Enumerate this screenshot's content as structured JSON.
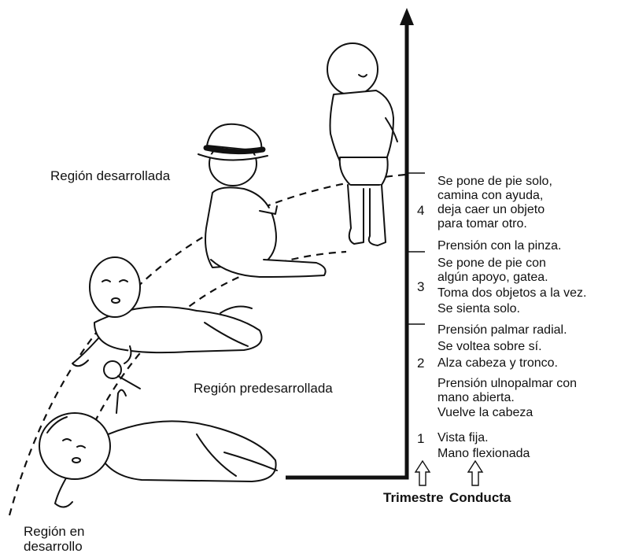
{
  "regions": {
    "developed": "Región desarrollada",
    "predeveloped": "Región predesarrollada",
    "developing_line1": "Región en",
    "developing_line2": "desarrollo"
  },
  "axis": {
    "trimester_label": "Trimestre",
    "behavior_label": "Conducta"
  },
  "trimesters": [
    {
      "number": "1",
      "behaviors": [
        "Vuelve la cabeza",
        "Vista fija.",
        "Mano flexionada"
      ]
    },
    {
      "number": "2",
      "behaviors": [
        "Prensión palmar radial.",
        "Se voltea sobre sí.",
        "Alza cabeza y tronco.",
        "Prensión ulnopalmar con",
        "mano abierta."
      ]
    },
    {
      "number": "3",
      "behaviors": [
        "Prensión con la pinza.",
        "Se pone de pie con",
        "algún apoyo, gatea.",
        "Toma dos objetos a la vez.",
        "Se sienta solo."
      ]
    },
    {
      "number": "4",
      "behaviors": [
        "Se pone de pie solo,",
        "camina con ayuda,",
        "deja caer un objeto",
        "para tomar otro."
      ]
    }
  ],
  "figures": [
    "baby-lying-prone-icon",
    "baby-crawling-with-rattle-icon",
    "baby-sitting-with-hat-icon",
    "baby-standing-icon"
  ]
}
